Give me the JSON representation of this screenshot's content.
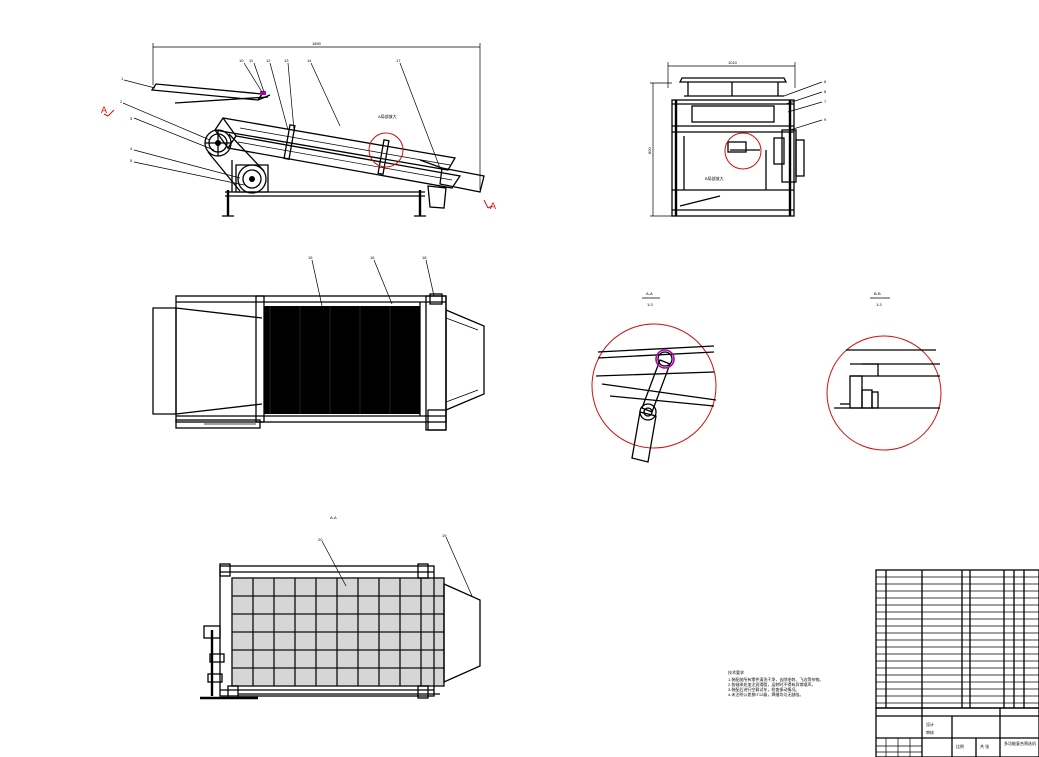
{
  "drawing": {
    "side_view": {
      "dimension": "1890",
      "callouts": [
        "1",
        "2",
        "3",
        "4",
        "5",
        "10",
        "11",
        "12",
        "13",
        "14",
        "17"
      ],
      "detail_note": "A局部放大",
      "section_left": "A",
      "section_right": "A"
    },
    "end_view": {
      "dimension_top": "1010",
      "dimension_side": "800",
      "callouts": [
        "6",
        "8",
        "7",
        "9"
      ],
      "detail_note": "B局部放大"
    },
    "top_view": {
      "callouts": [
        "15",
        "16",
        "18"
      ]
    },
    "detail_a": {
      "title": "A-A",
      "scale": "1:3"
    },
    "detail_b": {
      "title": "B-B",
      "scale": "1:3"
    },
    "section_aa": {
      "title": "A-A",
      "callouts": [
        "20",
        "19"
      ]
    },
    "notes": {
      "heading": "技术要求",
      "lines": [
        "1.装配前所有零件清洗干净，去除毛刺、飞边等杂物。",
        "2.各轴承处加注润滑脂，运转时不得有异常噪声。",
        "3.装配后进行空载试车，检查振动情况。",
        "4.未注明公差按IT12级，焊缝均匀无缺陷。"
      ]
    },
    "title_block": {
      "drawing_name": "多功能复合筛选机",
      "designer": "设计",
      "checker": "审核",
      "scale_label": "比例",
      "sheet_label": "共 张"
    }
  }
}
